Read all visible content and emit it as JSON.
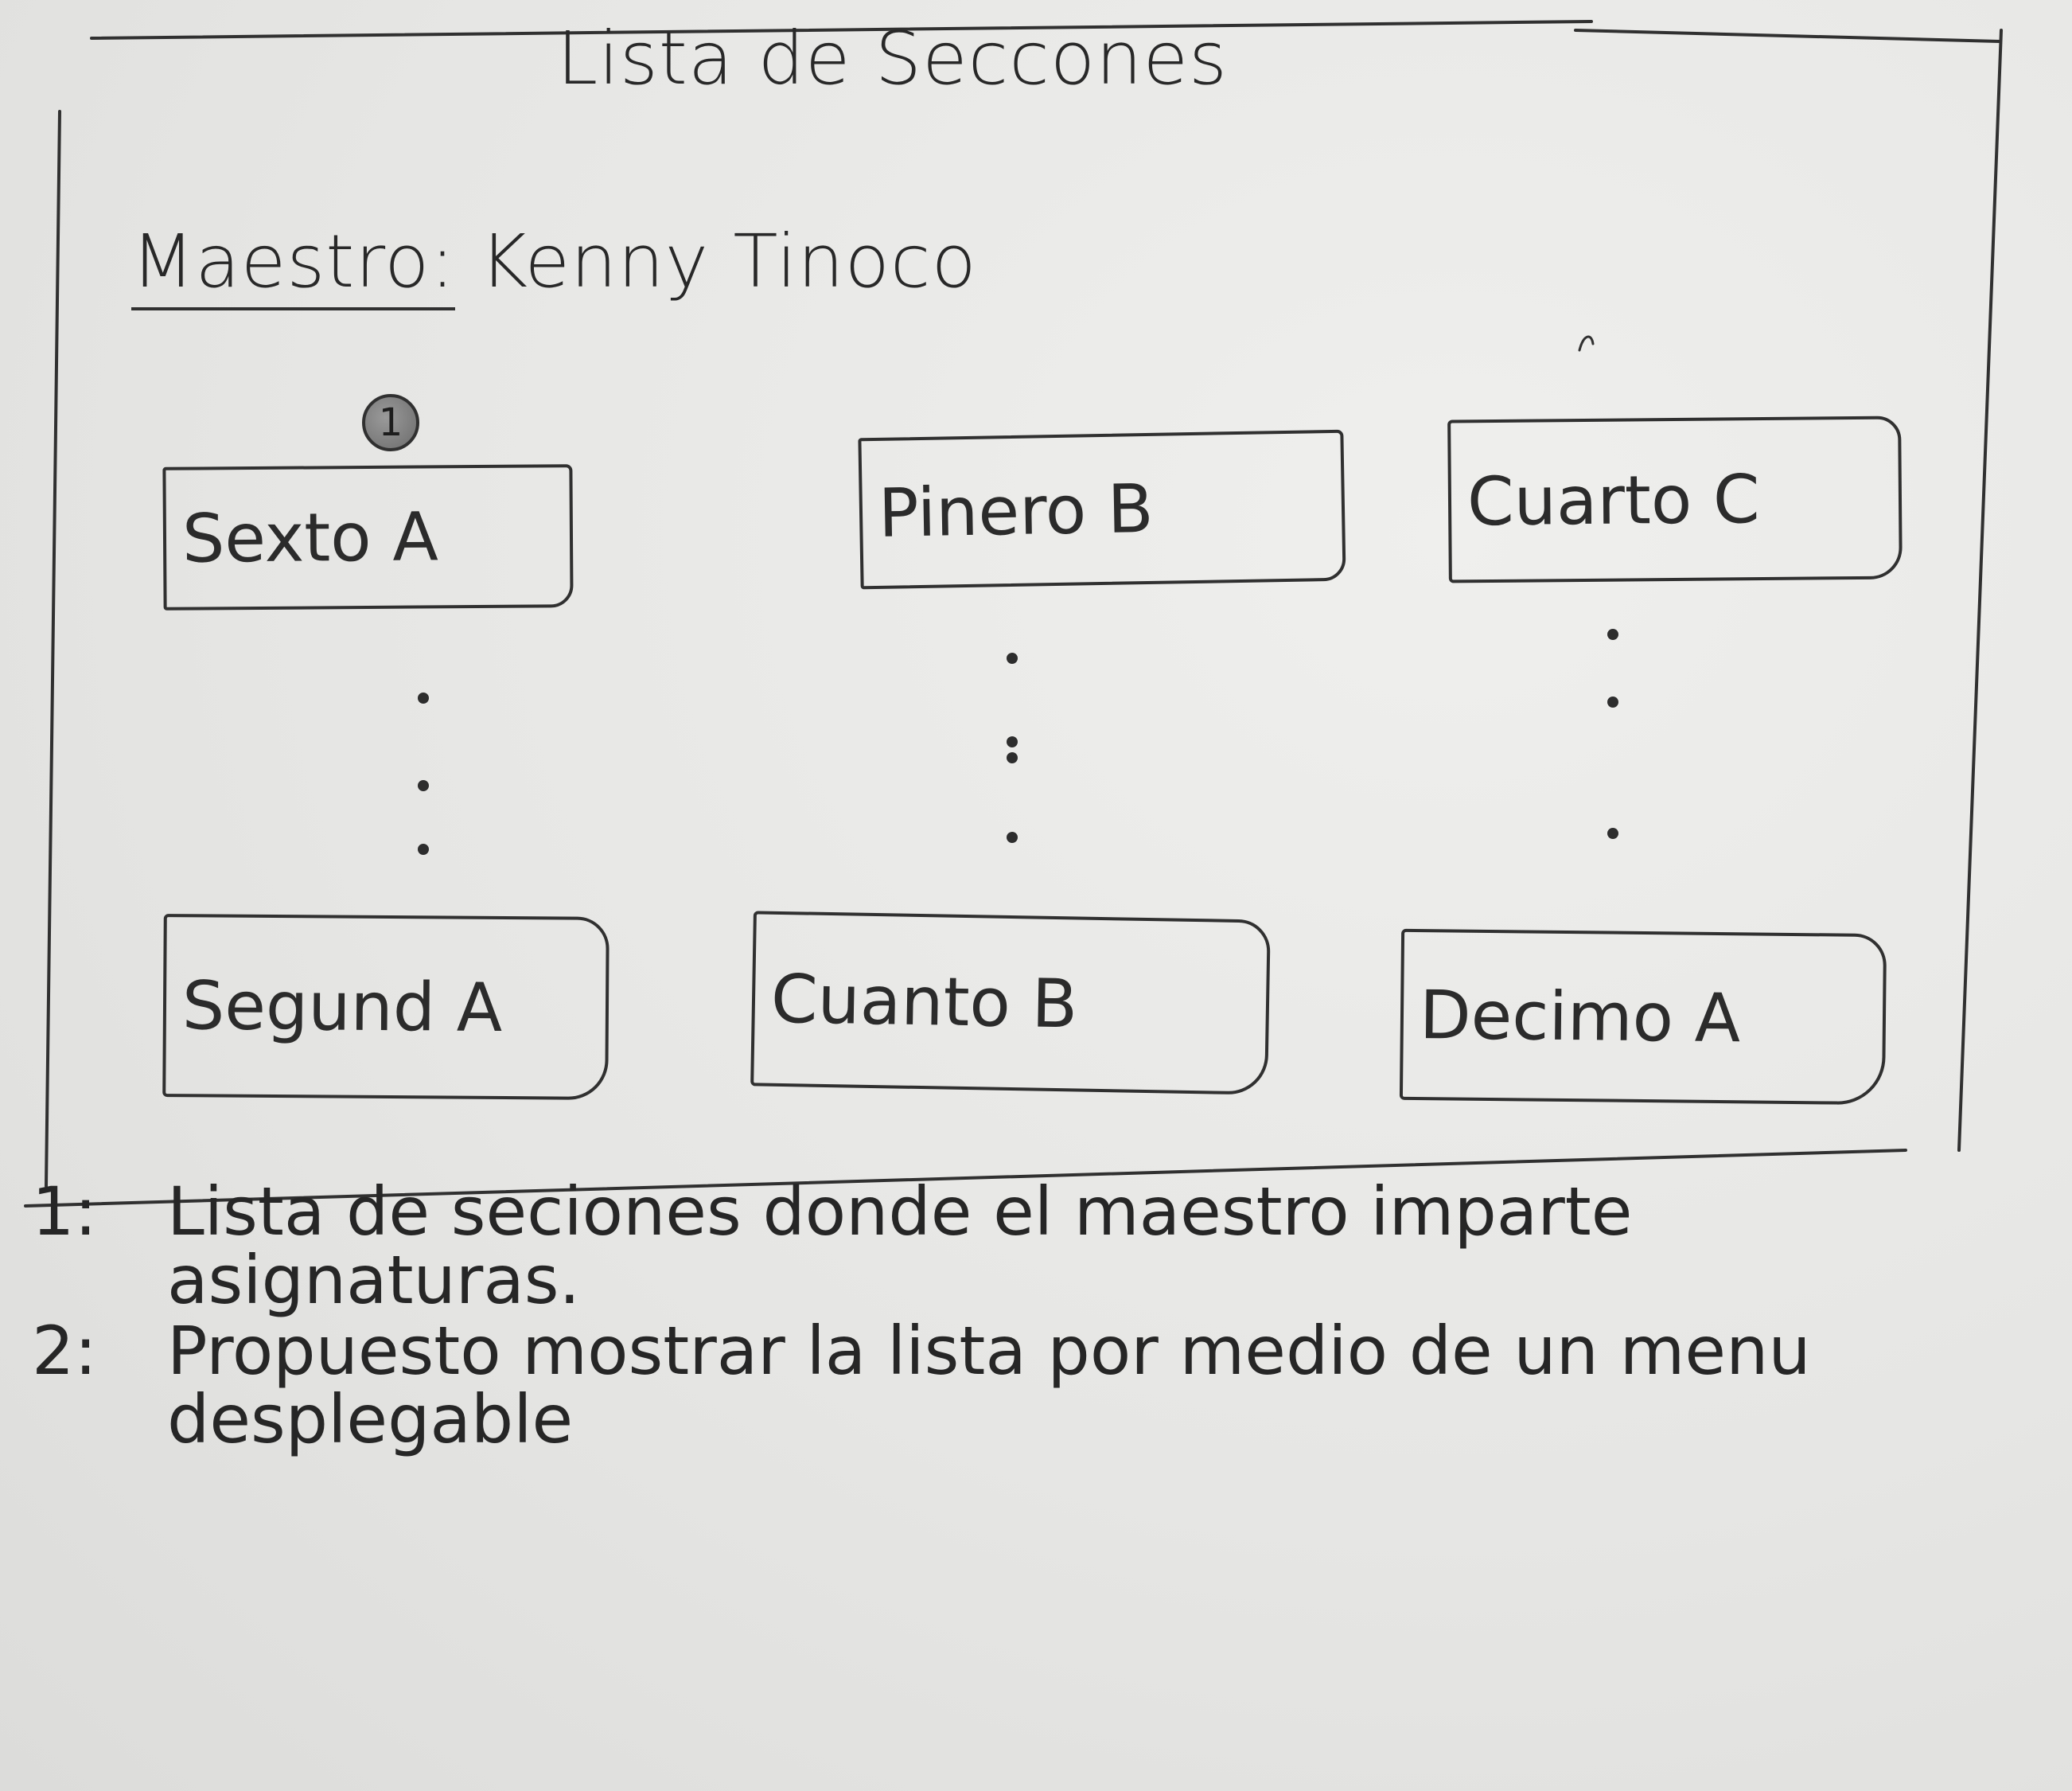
{
  "sketch": {
    "title": "Lista de Seccones",
    "teacher": {
      "label": "Maestro:",
      "name": "Kenny Tinoco"
    },
    "marker": "1",
    "sections": [
      {
        "label": "Sexto A"
      },
      {
        "label": "Pinero B"
      },
      {
        "label": "Cuarto C"
      },
      {
        "label": "Segund A"
      },
      {
        "label": "Cuanto B"
      },
      {
        "label": "Decimo A"
      }
    ]
  },
  "notes": [
    {
      "number": "1:",
      "text": "Lista de seciones donde el maestro imparte asignaturas."
    },
    {
      "number": "2:",
      "text": "Propuesto mostrar la lista por medio de un menu desplegable"
    }
  ]
}
